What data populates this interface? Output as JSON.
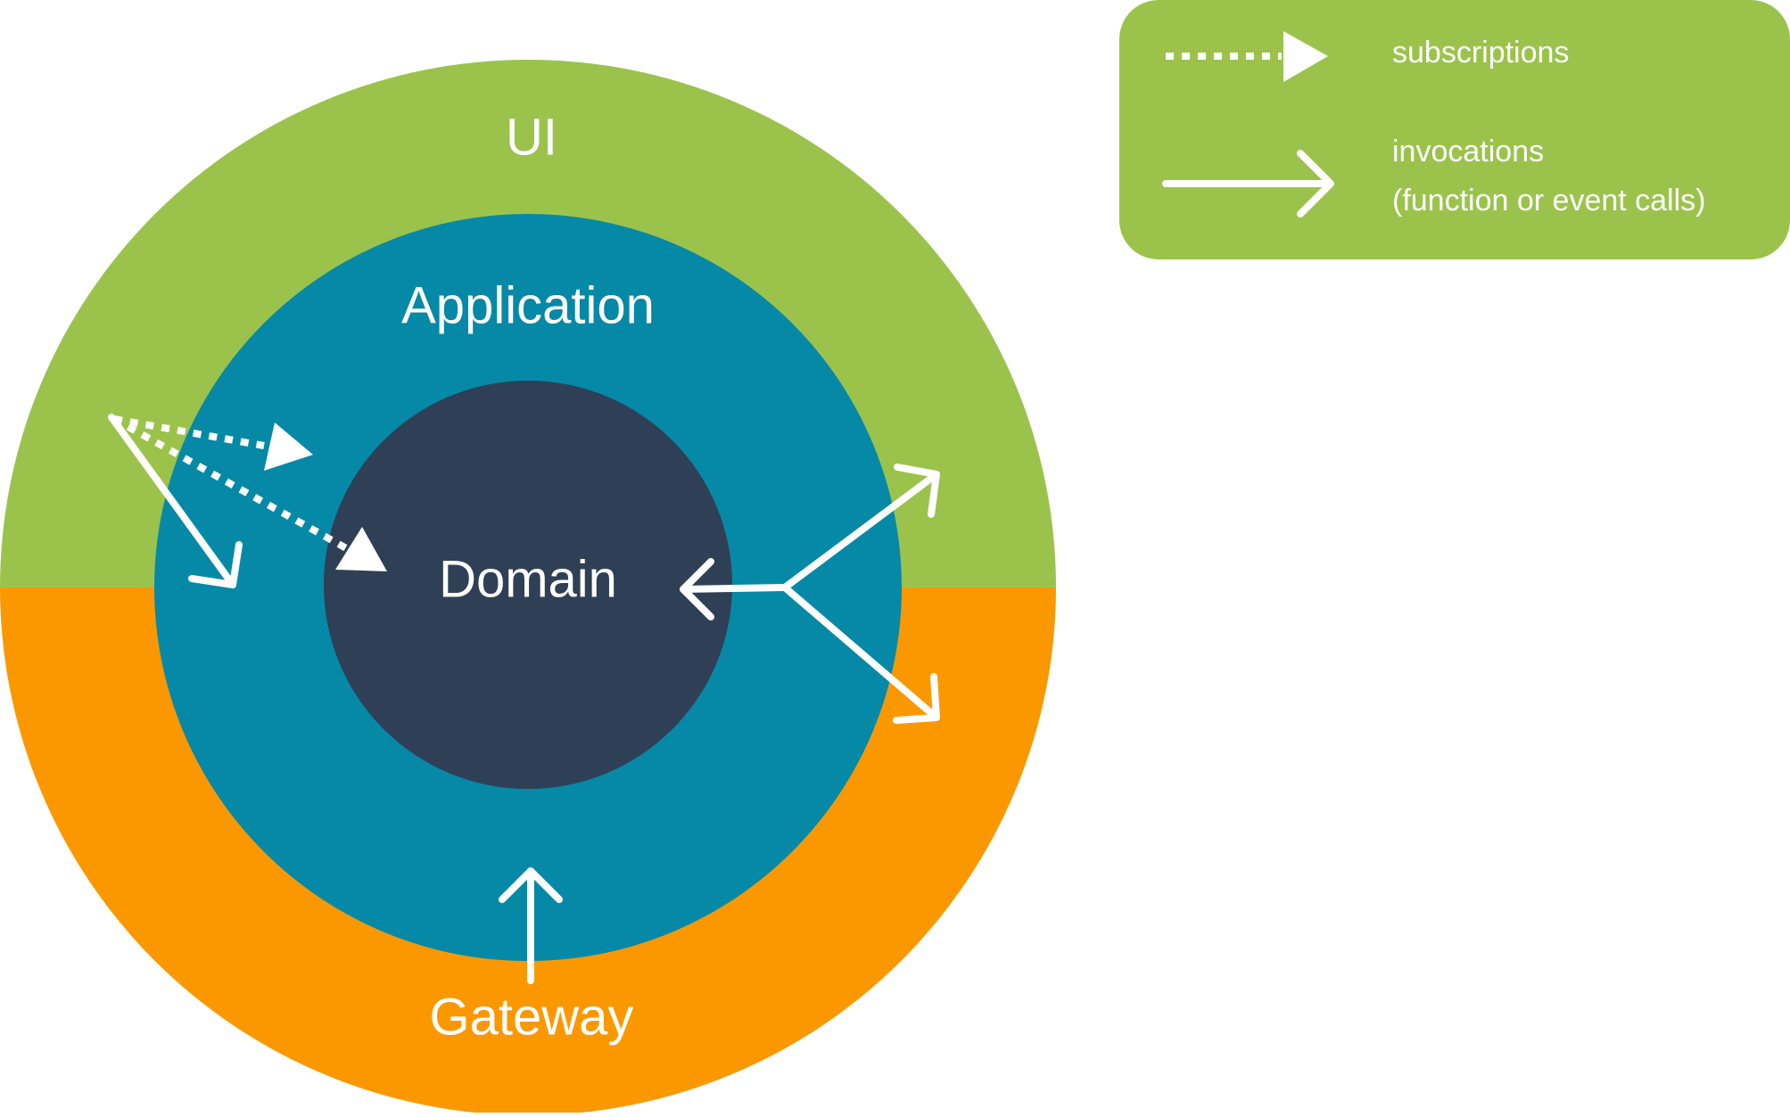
{
  "layers": {
    "ui": {
      "label": "UI",
      "color": "#9bc34c"
    },
    "gateway": {
      "label": "Gateway",
      "color": "#fb9800"
    },
    "application": {
      "label": "Application",
      "color": "#0589a7"
    },
    "domain": {
      "label": "Domain",
      "color": "#2f3f56"
    }
  },
  "legend": {
    "background": "#9bc34c",
    "subscriptions": {
      "label": "subscriptions",
      "style": "dotted-arrow"
    },
    "invocations": {
      "label_line1": "invocations",
      "label_line2": "(function or event calls)",
      "style": "solid-arrow"
    }
  },
  "edges": [
    {
      "from": "ui",
      "to": "application",
      "kind": "subscriptions"
    },
    {
      "from": "ui",
      "to": "domain",
      "kind": "subscriptions"
    },
    {
      "from": "ui",
      "to": "application",
      "kind": "invocations"
    },
    {
      "from": "application",
      "to": "domain",
      "kind": "invocations"
    },
    {
      "from": "application",
      "to": "ui",
      "kind": "invocations"
    },
    {
      "from": "application",
      "to": "gateway",
      "kind": "invocations"
    },
    {
      "from": "gateway",
      "to": "application",
      "kind": "invocations"
    }
  ]
}
